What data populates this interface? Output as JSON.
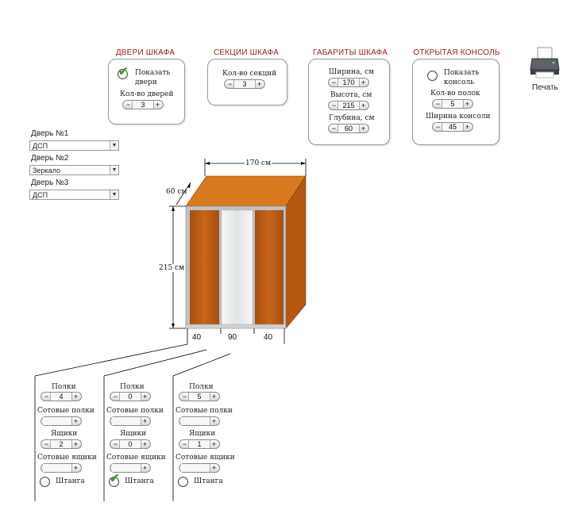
{
  "doors_panel": {
    "title": "ДВЕРИ ШКАФА",
    "show_label_1": "Показать",
    "show_label_2": "двери",
    "count_label": "Кол-во дверей",
    "count": "3",
    "show_checked": true
  },
  "sections_panel": {
    "title": "СЕКЦИИ ШКАФА",
    "count_label": "Кол-во секций",
    "count": "3"
  },
  "size_panel": {
    "title": "ГАБАРИТЫ ШКАФА",
    "width_label": "Ширина, см",
    "width": "170",
    "height_label": "Высота, см",
    "height": "215",
    "depth_label": "Глубина, см",
    "depth": "60"
  },
  "console_panel": {
    "title": "ОТКРЫТАЯ КОНСОЛЬ",
    "show_label_1": "Показать",
    "show_label_2": "консоль",
    "shelves_label": "Кол-во полок",
    "shelves": "5",
    "width_label": "Ширина консоли",
    "width": "45",
    "show_checked": false
  },
  "print": {
    "label": "Печать"
  },
  "doors": [
    {
      "label": "Дверь №1",
      "value": "ДСП"
    },
    {
      "label": "Дверь №2",
      "value": "Зеркало"
    },
    {
      "label": "Дверь №3",
      "value": "ДСП"
    }
  ],
  "drawing": {
    "width_label": "170 см",
    "depth_label": "60 см",
    "height_label": "215 см",
    "sec1": "40",
    "sec2": "90",
    "sec3": "40"
  },
  "sections": [
    {
      "shelves_label": "Полки",
      "shelves": "4",
      "cell_shelves_label": "Сотовые полки",
      "cell_shelves": "",
      "drawers_label": "Ящики",
      "drawers": "2",
      "cell_drawers_label": "Сотовые ящики",
      "cell_drawers": "",
      "rod_label": "Штанга",
      "rod_checked": false
    },
    {
      "shelves_label": "Полки",
      "shelves": "0",
      "cell_shelves_label": "Сотовые полки",
      "cell_shelves": "",
      "drawers_label": "Ящики",
      "drawers": "0",
      "cell_drawers_label": "Сотовые ящики",
      "cell_drawers": "",
      "rod_label": "Штанга",
      "rod_checked": true
    },
    {
      "shelves_label": "Полки",
      "shelves": "5",
      "cell_shelves_label": "Сотовые полки",
      "cell_shelves": "",
      "drawers_label": "Ящики",
      "drawers": "1",
      "cell_drawers_label": "Сотовые ящики",
      "cell_drawers": "",
      "rod_label": "Штанга",
      "rod_checked": false
    }
  ],
  "colors": {
    "accent": "#9a1b1b",
    "wood": "#c7651a",
    "wood_dark": "#9c4a0e",
    "mirror": "#e6ecec",
    "check": "#3a9b2a"
  }
}
